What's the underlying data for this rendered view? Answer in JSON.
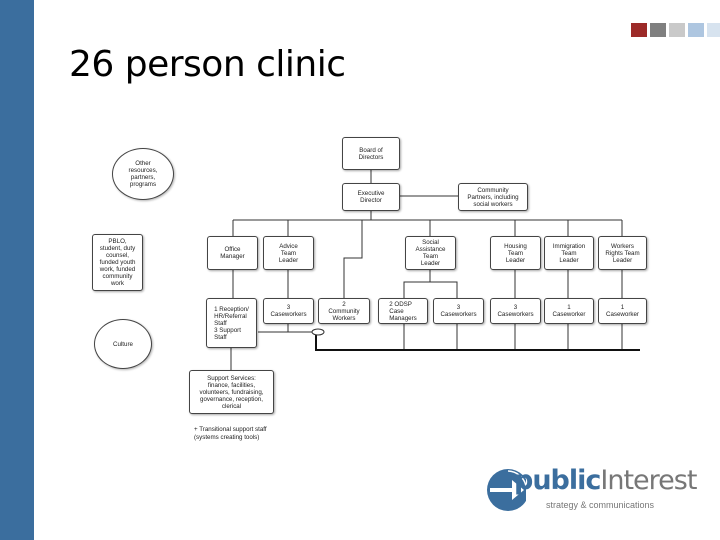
{
  "slide": {
    "title": "26 person clinic"
  },
  "colors": {
    "sidebar": "#3b6e9e",
    "squares": [
      "#9c2a28",
      "#7f7f7f",
      "#c9c9c9",
      "#aec6e0",
      "#d7e3ef"
    ],
    "brand_blue": "#3b6e9e",
    "brand_gray": "#777777"
  },
  "org": {
    "board": "Board of\nDirectors",
    "executive": "Executive\nDirector",
    "community_partners": "Community\nPartners, including\nsocial workers",
    "other_resources": "Other\nresources,\npartners,\nprograms",
    "pblo": "PBLO,\nstudent, duty\ncounsel,\nfunded youth\nwork, funded\ncommunity\nwork",
    "culture": "Culture",
    "office_manager": "Office\nManager",
    "advice_lead": "Advice\nTeam\nLeader",
    "social_assistance_lead": "Social\nAssistance\nTeam\nLeader",
    "housing_lead": "Housing\nTeam\nLeader",
    "immigration_lead": "Immigration\nTeam\nLeader",
    "workers_rights_lead": "Workers\nRights Team\nLeader",
    "reception": "1  Reception/\n   HR/Referral\n   Staff\n3  Support\n   Staff",
    "advice_caseworkers": "3\nCaseworkers",
    "community_workers": "2\nCommunity\nWorkers",
    "odsp": "2  ODSP\n   Case\n   Managers",
    "social_caseworkers": "3\nCaseworkers",
    "housing_caseworkers": "3\nCaseworkers",
    "immigration_caseworker": "1\nCaseworker",
    "workers_caseworker": "1\nCaseworker",
    "support_services": "Support Services:\nfinance, facilities,\nvolunteers, fundraising,\ngovernance, reception,\nclerical",
    "note": "+ Transitional support staff\n(systems creating tools)"
  },
  "logo": {
    "word_public": "public",
    "word_interest": "Interest",
    "tagline": "strategy & communications",
    "icon": "arrow-circle-logo-icon"
  }
}
